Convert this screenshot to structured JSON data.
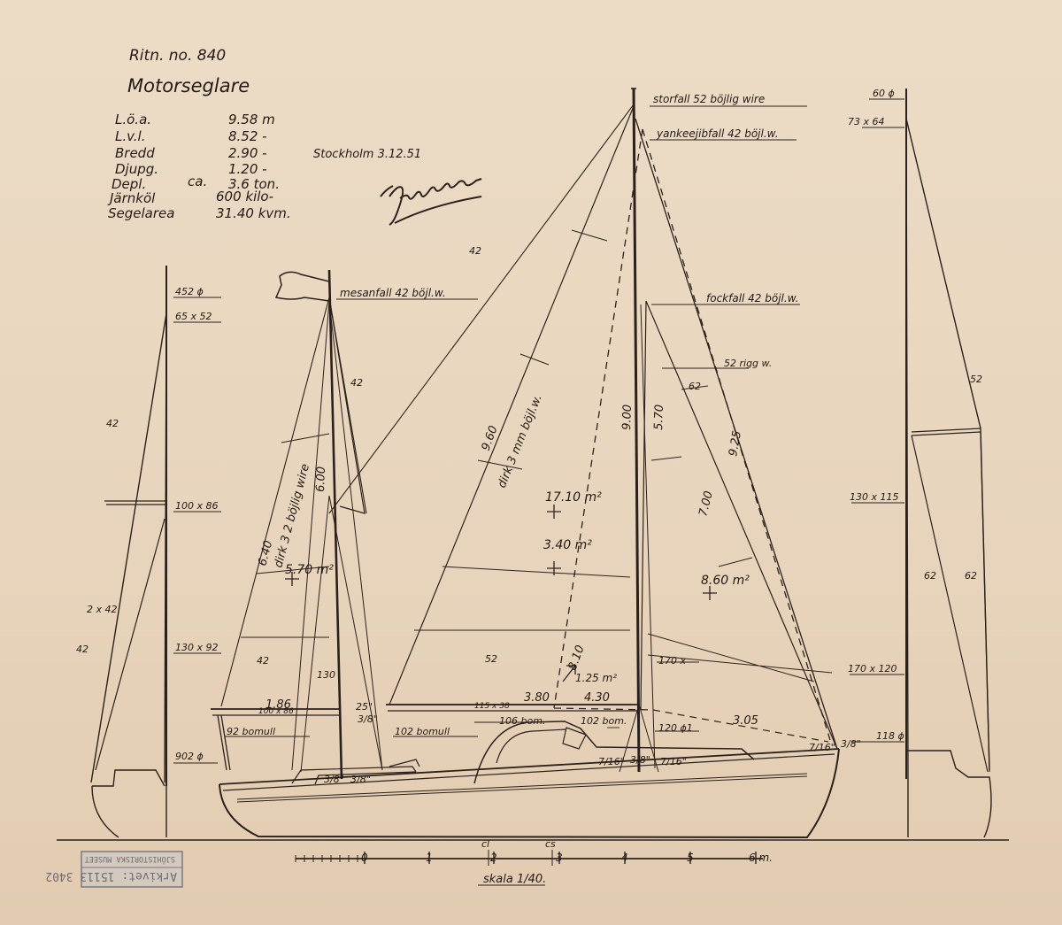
{
  "header": {
    "drawing_no": "Ritn. no. 840",
    "title": "Motorseglare",
    "place_date": "Stockholm 3.12.51"
  },
  "specs": [
    {
      "label": "L.ö.a.",
      "value": "9.58 m"
    },
    {
      "label": "L.v.l.",
      "value": "8.52 -"
    },
    {
      "label": "Bredd",
      "value": "2.90 -"
    },
    {
      "label": "Djupg.",
      "value": "1.20 -"
    },
    {
      "label": "Depl.",
      "qualifier": "ca.",
      "value": "3.6 ton."
    },
    {
      "label": "Järnköl",
      "value": "600 kilo-"
    },
    {
      "label": "Segelarea",
      "value": "31.40 kvm."
    }
  ],
  "labels": {
    "storfall": "storfall 52 böjlig wire",
    "yankeefall": "yankeejibfall 42 böjl.w.",
    "mesanfall": "mesanfall 42 böjl.w.",
    "fockfall": "fockfall 42 böjl.w.",
    "riggw": "52 rigg w.",
    "w42a": "42",
    "w42b": "42",
    "w62a": "62",
    "w52a": "52",
    "w42c": "42",
    "w2x42": "2 x 42",
    "w42d": "42",
    "w42e": "42",
    "d452": "452 ϕ",
    "d65x52": "65 x 52",
    "d100x86": "100 x 86",
    "d130x92": "130 x 92",
    "d902": "902 ϕ",
    "d60": "60 ϕ",
    "d73x64": "73 x 64",
    "d130x115": "130 x 115",
    "d170x120": "170 x 120",
    "d118": "118 ϕ",
    "w52b": "52",
    "w62b": "62",
    "w62c": "62",
    "bomull92": "92 bomull",
    "bomull102": "102 bomull",
    "bom102": "102 bom.",
    "bom106": "106 bom.",
    "boom100x86": "100 x 86",
    "boom115x38": "115 x 38",
    "d120": "120 ϕ1",
    "d170": "170 x",
    "d130": "130",
    "f716a": "7/16\"",
    "f38a": "3/8\"",
    "f716b": "7/16\"",
    "f716c": "7/16\"",
    "f38b": "3/8\"",
    "f38c": "3/8\"",
    "f38d": "3/8\"",
    "f25": "25\"",
    "f38e": "3/8\""
  },
  "measures": {
    "m186": "1.86",
    "m380": "3.80",
    "m430": "4.30",
    "m305": "3.05",
    "m600": "6.00",
    "m640": "6.40",
    "wire3": "dirk 3 2 böjlig wire",
    "m960": "9.60",
    "wiremain": "dirk 3 mm böjl.w.",
    "m900": "9.00",
    "m570": "5.70",
    "m925": "9.25",
    "m700": "7.00",
    "m810": "8.10"
  },
  "areas": {
    "mizzen": "5.70 m²",
    "genoa": "17.10 m²",
    "main": "3.40 m²",
    "staysail": "8.60 m²",
    "yankee": "1.25 m²"
  },
  "markers": {
    "cl": "cl",
    "cs": "cs"
  },
  "scale": {
    "ticks": [
      "0",
      "1",
      "2",
      "3",
      "4",
      "5",
      "6 m."
    ],
    "label": "skala 1/40."
  },
  "stamp": {
    "museum": "SJÖHISTORISKA MUSEET",
    "archive": "Arkivet: 15113 3402"
  }
}
